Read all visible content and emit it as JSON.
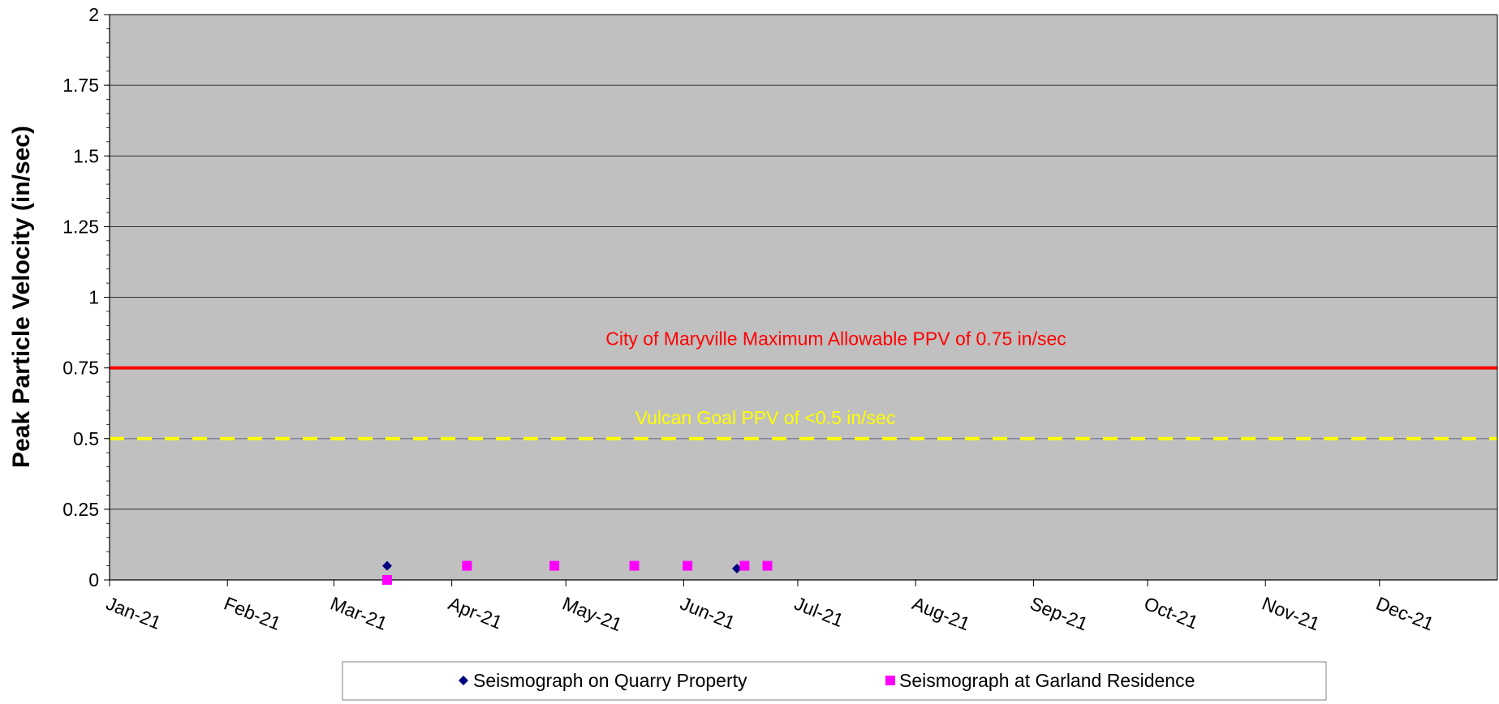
{
  "chart_data": {
    "type": "scatter",
    "title": "",
    "xlabel": "",
    "ylabel": "Peak Particle Velocity (in/sec)",
    "ylim": [
      0,
      2
    ],
    "yticks": [
      "0",
      "0.25",
      "0.5",
      "0.75",
      "1",
      "1.25",
      "1.5",
      "1.75",
      "2"
    ],
    "xlim": [
      "2021-01-01",
      "2022-01-01"
    ],
    "xticks": [
      {
        "date": "2021-01-01",
        "label": "Jan-21"
      },
      {
        "date": "2021-02-01",
        "label": "Feb-21"
      },
      {
        "date": "2021-03-01",
        "label": "Mar-21"
      },
      {
        "date": "2021-04-01",
        "label": "Apr-21"
      },
      {
        "date": "2021-05-01",
        "label": "May-21"
      },
      {
        "date": "2021-06-01",
        "label": "Jun-21"
      },
      {
        "date": "2021-07-01",
        "label": "Jul-21"
      },
      {
        "date": "2021-08-01",
        "label": "Aug-21"
      },
      {
        "date": "2021-09-01",
        "label": "Sep-21"
      },
      {
        "date": "2021-10-01",
        "label": "Oct-21"
      },
      {
        "date": "2021-11-01",
        "label": "Nov-21"
      },
      {
        "date": "2021-12-01",
        "label": "Dec-21"
      }
    ],
    "grid": true,
    "legend_position": "bottom",
    "background_color": "#c0c0c0",
    "series": [
      {
        "name": "Seismograph on Quarry Property",
        "marker": "diamond",
        "color": "#000080",
        "points": [
          {
            "x": "2021-03-15",
            "y": 0.05
          },
          {
            "x": "2021-06-15",
            "y": 0.04
          }
        ]
      },
      {
        "name": "Seismograph at Garland Residence",
        "marker": "square",
        "color": "#ff00ff",
        "points": [
          {
            "x": "2021-03-15",
            "y": 0.0
          },
          {
            "x": "2021-04-05",
            "y": 0.05
          },
          {
            "x": "2021-04-28",
            "y": 0.05
          },
          {
            "x": "2021-05-19",
            "y": 0.05
          },
          {
            "x": "2021-06-02",
            "y": 0.05
          },
          {
            "x": "2021-06-17",
            "y": 0.05
          },
          {
            "x": "2021-06-23",
            "y": 0.05
          }
        ]
      }
    ],
    "reference_lines": [
      {
        "y": 0.75,
        "label": "City of Maryville Maximum Allowable PPV of 0.75 in/sec",
        "color": "#ff0000",
        "style": "solid"
      },
      {
        "y": 0.5,
        "label": "Vulcan Goal PPV of <0.5 in/sec",
        "color": "#ffff00",
        "style": "dashed"
      }
    ]
  }
}
